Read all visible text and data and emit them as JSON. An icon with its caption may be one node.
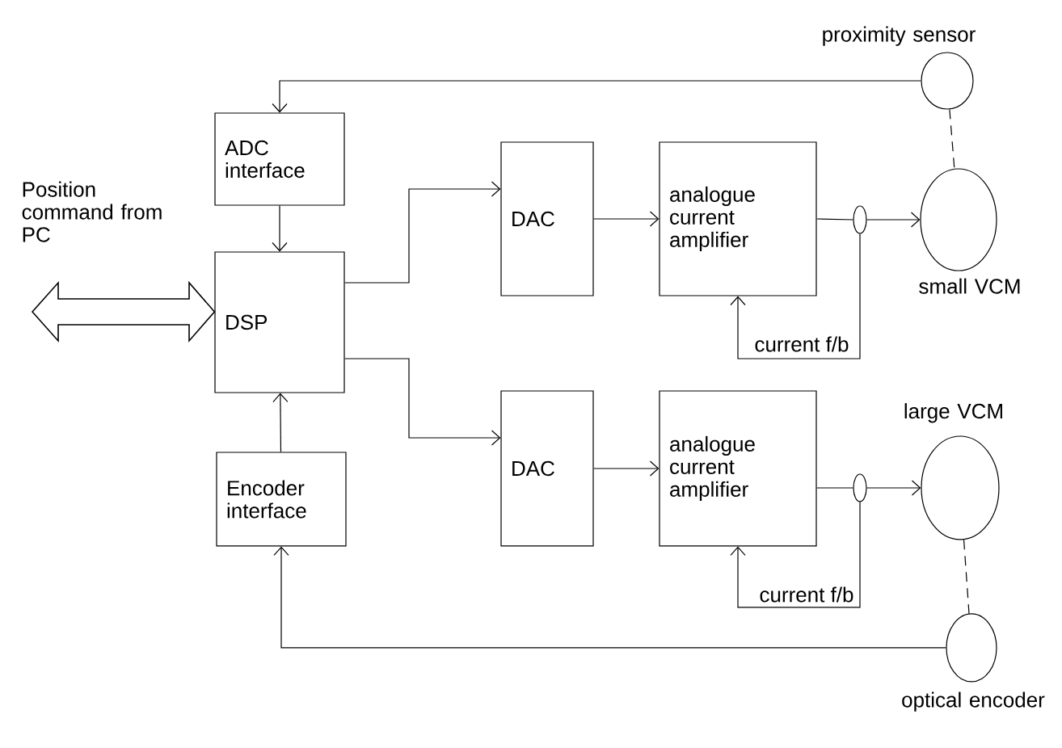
{
  "diagram": {
    "nodes": [
      {
        "text": [
          "ADC interface"
        ]
      },
      {
        "text": [
          "DSP"
        ]
      },
      {
        "text": [
          "Encoder interface"
        ]
      },
      {
        "text": [
          "DAC"
        ]
      },
      {
        "text": [
          "analogue current amplifier"
        ]
      },
      {
        "text": [
          "DAC"
        ]
      },
      {
        "text": [
          "analogue current amplifier"
        ]
      },
      {
        "text": [],
        "shape": "circle",
        "beside": [
          "proximity sensor"
        ]
      },
      {
        "text": [],
        "shape": "circle",
        "beside": [
          "small VCM"
        ]
      },
      {
        "text": [],
        "shape": "circle",
        "beside": [
          "large VCM"
        ]
      },
      {
        "text": [],
        "shape": "circle",
        "beside": [
          "optical encoder"
        ]
      },
      {
        "text": [],
        "shape": "circle"
      },
      {
        "text": [],
        "shape": "circle"
      }
    ],
    "edges": [
      {
        "from": 7,
        "to": 0,
        "arrow": "to"
      },
      {
        "from": 0,
        "to": 1,
        "arrow": "to"
      },
      {
        "from": 2,
        "to": 1,
        "arrow": "to"
      },
      {
        "from": 1,
        "to": 3,
        "arrow": "to"
      },
      {
        "from": 1,
        "to": 5,
        "arrow": "to"
      },
      {
        "from": 3,
        "to": 4,
        "arrow": "to"
      },
      {
        "from": 5,
        "to": 6,
        "arrow": "to"
      },
      {
        "from": 4,
        "to": 11,
        "arrow": "none"
      },
      {
        "from": 11,
        "to": 8,
        "arrow": "to"
      },
      {
        "from": 11,
        "to": 4,
        "arrow": "to",
        "label": "current f/b"
      },
      {
        "from": 6,
        "to": 12,
        "arrow": "none"
      },
      {
        "from": 12,
        "to": 9,
        "arrow": "to"
      },
      {
        "from": 12,
        "to": 6,
        "arrow": "to",
        "label": "current f/b"
      },
      {
        "from": 10,
        "to": 2,
        "arrow": "to"
      },
      {
        "from": 7,
        "to": 8,
        "arrow": "none",
        "style": "dashed"
      },
      {
        "from": 9,
        "to": 10,
        "arrow": "none",
        "style": "dashed"
      },
      {
        "from": null,
        "to": 1,
        "arrow": "both",
        "style": "thick",
        "label": "Position command from PC"
      }
    ]
  }
}
